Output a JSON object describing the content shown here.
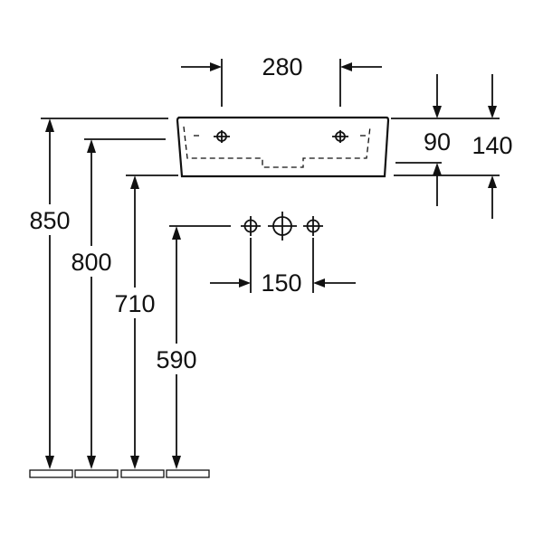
{
  "dimensions": {
    "basin_width": "280",
    "basin_height": "90",
    "overall_height": "140",
    "tap_spacing": "150",
    "h_850": "850",
    "h_800": "800",
    "h_710": "710",
    "h_590": "590"
  },
  "colors": {
    "line": "#111111",
    "background": "#ffffff"
  }
}
